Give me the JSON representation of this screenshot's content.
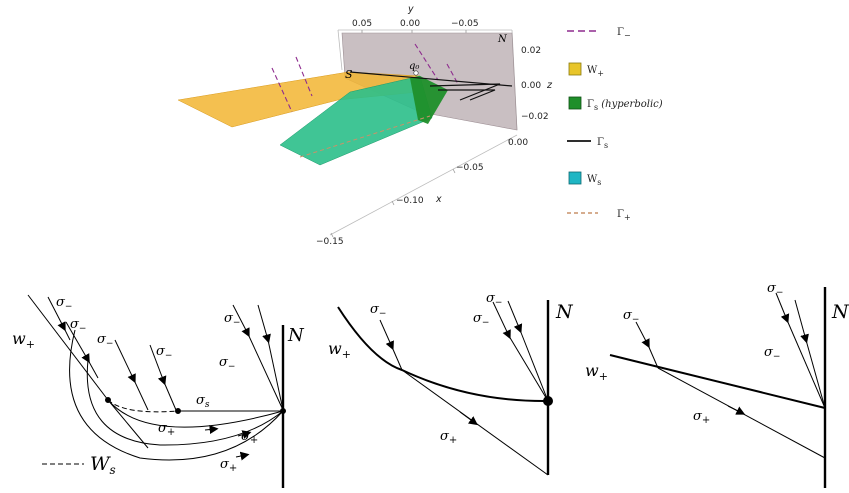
{
  "plot3d": {
    "axis_y": {
      "label": "y",
      "ticks": [
        "0.05",
        "0.00",
        "−0.05"
      ]
    },
    "axis_z": {
      "label": "z",
      "ticks": [
        "0.02",
        "0.00",
        "−0.02"
      ]
    },
    "axis_x": {
      "label": "x",
      "ticks": [
        "0.00",
        "−0.05",
        "−0.10",
        "−0.15"
      ]
    },
    "corner_label": "N",
    "point_S": "S",
    "point_q0": "q₀",
    "colors": {
      "gamma_minus": "#8e2c8e",
      "w_plus": "#f2b531",
      "gamma_s_hyperbolic": "#1f8f2a",
      "gamma_s": "#111111",
      "w_s": "#2bbf8a",
      "gamma_plus": "#c8926a",
      "n_plane": "#b7a9ae"
    }
  },
  "legend": [
    {
      "kind": "dash",
      "color": "#8e2c8e",
      "symbol": "Γ",
      "sub": "−",
      "extra": ""
    },
    {
      "kind": "box",
      "color": "#e8c52a",
      "symbol": "W",
      "sub": "+",
      "extra": ""
    },
    {
      "kind": "box",
      "color": "#1f8f2a",
      "symbol": "Γ",
      "sub": "s",
      "extra": " (hyperbolic)"
    },
    {
      "kind": "line",
      "color": "#111111",
      "symbol": "Γ",
      "sub": "s",
      "extra": ""
    },
    {
      "kind": "box",
      "color": "#1fb6c4",
      "symbol": "W",
      "sub": "s",
      "extra": ""
    },
    {
      "kind": "dash",
      "color": "#c8926a",
      "symbol": "Γ",
      "sub": "+",
      "extra": ""
    }
  ],
  "panels": {
    "left": {
      "N": "N",
      "w_plus": "w",
      "w_plus_sub": "+",
      "sigma_minus": "σ",
      "minus": "−",
      "plus": "+",
      "sigma_s": "σ",
      "s_sub": "s",
      "legend_ws": "W",
      "legend_ws_sub": "s"
    },
    "middle": {
      "N": "N",
      "w_plus": "w",
      "w_plus_sub": "+",
      "sigma": "σ",
      "minus": "−",
      "plus": "+"
    },
    "right": {
      "N": "N",
      "w_plus": "w",
      "w_plus_sub": "+",
      "sigma": "σ",
      "minus": "−",
      "plus": "+"
    }
  }
}
